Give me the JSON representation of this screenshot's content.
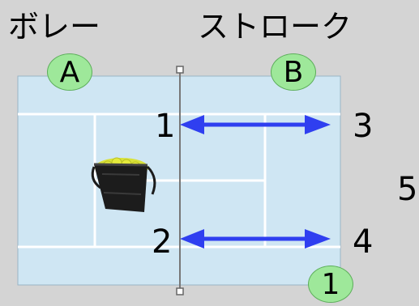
{
  "titles": {
    "volley": "ボレー",
    "stroke": "ストローク"
  },
  "circles": {
    "a": "A",
    "b": "B",
    "one": "1"
  },
  "numbers": {
    "n1": "1",
    "n2": "2",
    "n3": "3",
    "n4": "4",
    "n5": "5"
  },
  "colors": {
    "court": "#cfe6f3",
    "court_line": "#ffffff",
    "arrow": "#2f3ff0",
    "badge": "#9ee89a",
    "background": "#d4d4d4"
  },
  "icons": {
    "ball_basket": "ball-basket-icon"
  }
}
